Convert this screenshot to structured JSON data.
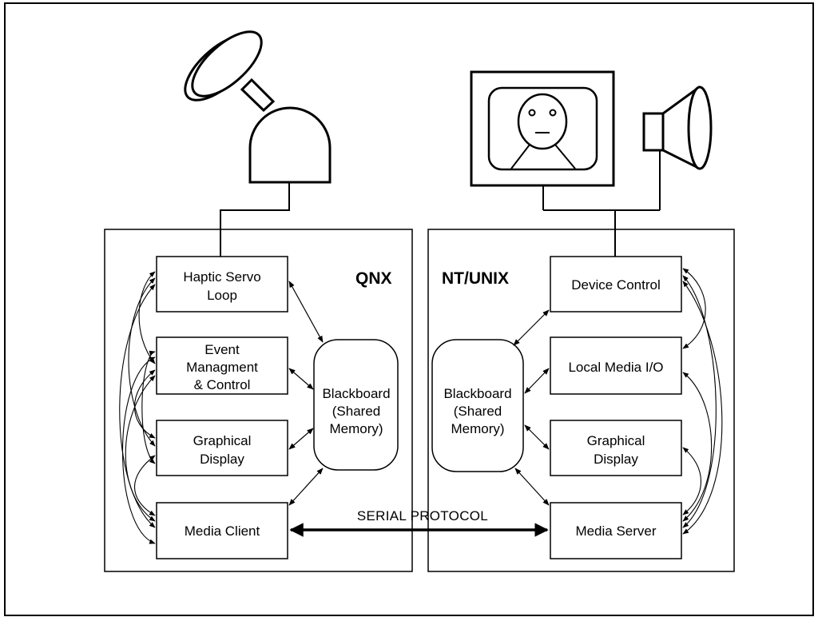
{
  "qnx_side": {
    "os_label": "QNX",
    "modules": {
      "haptic_servo_loop": [
        "Haptic Servo",
        "Loop"
      ],
      "event_management": [
        "Event",
        "Managment",
        "& Control"
      ],
      "graphical_display": [
        "Graphical",
        "Display"
      ],
      "media_client": [
        "Media Client"
      ]
    },
    "blackboard": [
      "Blackboard",
      "(Shared",
      "Memory)"
    ]
  },
  "nt_side": {
    "os_label": "NT/UNIX",
    "modules": {
      "device_control": [
        "Device Control"
      ],
      "local_media_io": [
        "Local Media I/O"
      ],
      "graphical_display": [
        "Graphical",
        "Display"
      ],
      "media_server": [
        "Media Server"
      ]
    },
    "blackboard": [
      "Blackboard",
      "(Shared",
      "Memory)"
    ]
  },
  "link": {
    "label": "SERIAL PROTOCOL"
  },
  "devices": {
    "qnx_device": "haptic-device-icon",
    "nt_display": "monitor-face-icon",
    "nt_audio": "speaker-icon"
  }
}
